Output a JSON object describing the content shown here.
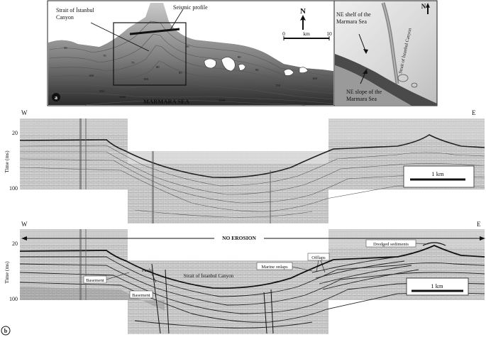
{
  "map_main": {
    "panel_letter": "a",
    "canyon_label_1": "Strait of İstanbul",
    "canyon_label_2": "Canyon",
    "profile_label": "Seismic profile",
    "north": "N",
    "scale_start": "0",
    "scale_unit": "km",
    "scale_end": "10",
    "sea_label": "MARMARA SEA",
    "contours": [
      "50",
      "50",
      "70",
      "75",
      "80",
      "80",
      "85",
      "90",
      "100",
      "100",
      "100",
      "150",
      "350",
      "1000",
      "1000"
    ]
  },
  "map_inset": {
    "north": "N",
    "shelf_label_1": "NE shelf of the",
    "shelf_label_2": "Marmara Sea",
    "strait_label": "Strait of İstanbul Canyon",
    "slope_label_1": "NE slope of the",
    "slope_label_2": "Marmara Sea"
  },
  "profile_raw": {
    "west": "W",
    "east": "E",
    "y_axis_label": "Time (ms)",
    "y_tick_top": "20",
    "y_tick_bottom": "100",
    "scale_label": "1 km"
  },
  "profile_interpreted": {
    "panel_letter": "b",
    "west": "W",
    "east": "E",
    "y_axis_label": "Time (ms)",
    "y_tick_top": "20",
    "y_tick_bottom": "100",
    "no_erosion": "NO EROSION",
    "dredged": "Dredged sediments",
    "offlaps": "Offlaps",
    "marine_onlaps": "Marine onlaps",
    "faults": "Faults",
    "basement_left": "Basement",
    "basement_center": "Basement",
    "canyon": "Strait of İstanbul Canyon",
    "scale_label": "1 km"
  }
}
